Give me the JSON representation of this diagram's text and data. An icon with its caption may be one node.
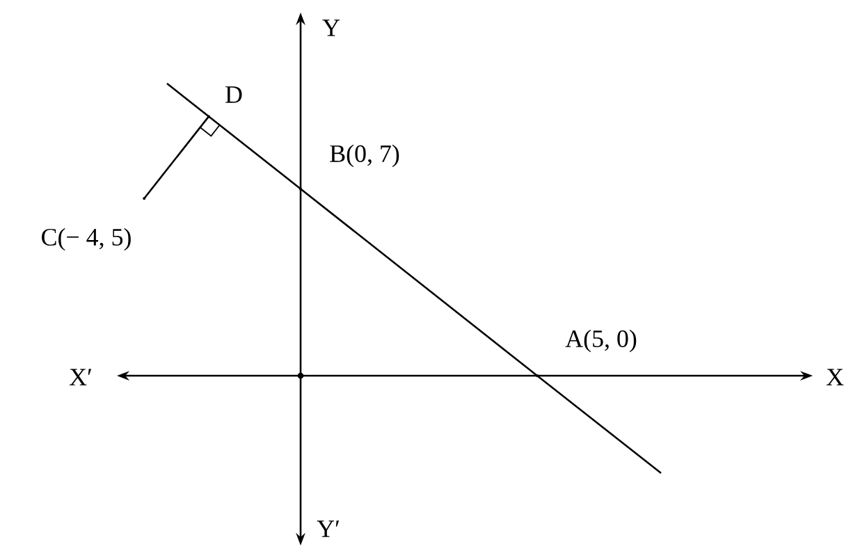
{
  "diagram": {
    "nodes": [
      {
        "text": [],
        "shape": "point",
        "beside": [
          "D"
        ]
      },
      {
        "text": [],
        "shape": "point",
        "beside": [
          "B(0, 7)"
        ]
      },
      {
        "text": [],
        "shape": "point",
        "beside": [
          "C(− 4, 5)"
        ]
      },
      {
        "text": [],
        "shape": "point",
        "beside": [
          "A(5, 0)"
        ]
      }
    ],
    "edges": [
      {
        "from": 2,
        "to": 0,
        "arrow": "none"
      },
      {
        "from": 1,
        "to": 3,
        "arrow": "none"
      }
    ],
    "labels": [
      "Y",
      "X′",
      "X",
      "Y′"
    ]
  }
}
